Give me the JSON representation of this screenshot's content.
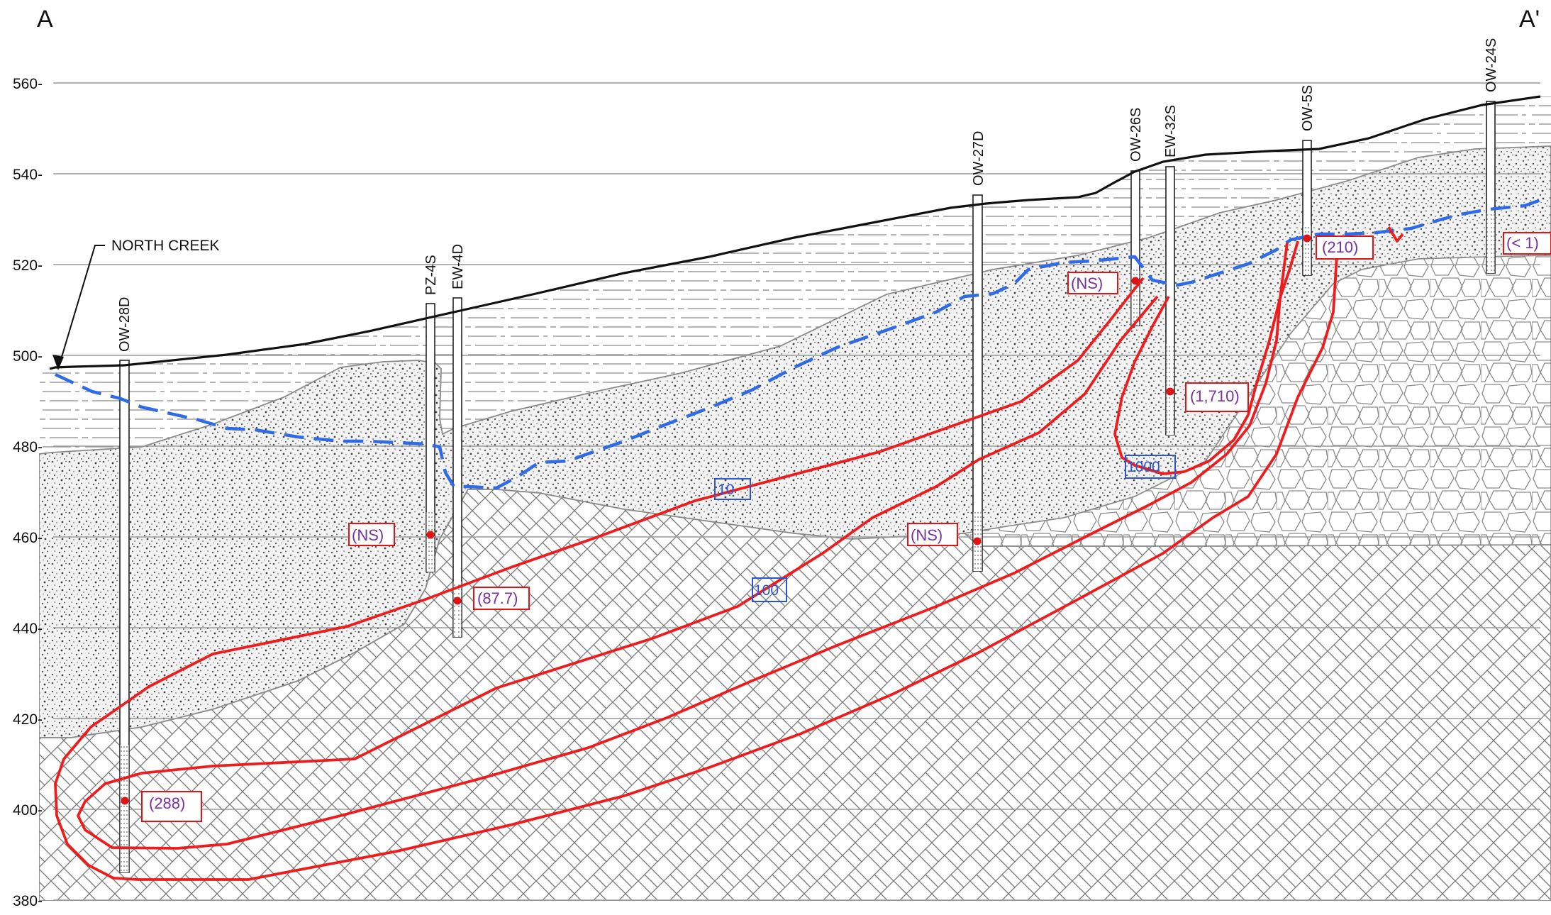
{
  "section": {
    "start_label": "A",
    "end_label": "A'"
  },
  "elevation_axis": {
    "ticks": [
      "560-",
      "540-",
      "520-",
      "500-",
      "480-",
      "460-",
      "440-",
      "420-",
      "400-",
      "380-"
    ]
  },
  "annotation": {
    "label": "NORTH CREEK"
  },
  "wells": [
    {
      "id": "OW-28D"
    },
    {
      "id": "PZ-4S"
    },
    {
      "id": "EW-4D"
    },
    {
      "id": "OW-27D"
    },
    {
      "id": "OW-26S"
    },
    {
      "id": "EW-32S"
    },
    {
      "id": "OW-5S"
    },
    {
      "id": "OW-24S"
    }
  ],
  "concentration_labels": [
    "(288)",
    "(NS)",
    "(87.7)",
    "(NS)",
    "(NS)",
    "(1,710)",
    "(210)",
    "(< 1)"
  ],
  "isocontour_labels": [
    "10",
    "100",
    "1000"
  ],
  "colors": {
    "ground_surface": "#111111",
    "water_table": "#2f6be6",
    "isocontour": "#ee1c1c",
    "concentration_text": "#7b2fa0",
    "isocontour_text": "#2b55d8",
    "gridline": "#9a9a9a"
  }
}
